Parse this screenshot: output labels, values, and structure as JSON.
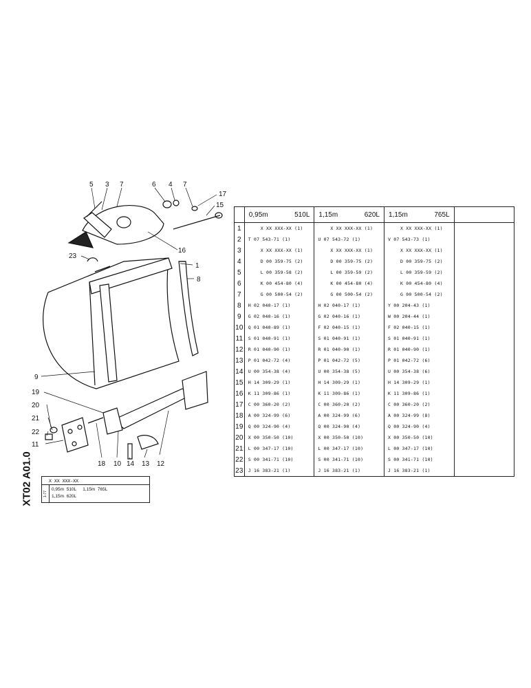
{
  "drawing": {
    "callouts": [
      "5",
      "3",
      "7",
      "6",
      "4",
      "7",
      "17",
      "15",
      "16",
      "23",
      "1",
      "8",
      "9",
      "19",
      "20",
      "21",
      "22",
      "11",
      "18",
      "10",
      "14",
      "13",
      "12"
    ]
  },
  "table": {
    "headers": [
      {
        "size": "0,95m",
        "model": "510L"
      },
      {
        "size": "1,15m",
        "model": "620L"
      },
      {
        "size": "1,15m",
        "model": "765L"
      }
    ],
    "rows": [
      {
        "n": "1",
        "c": [
          "X XX XXX-XX (1)",
          "X XX XXX-XX (1)",
          "X XX XXX-XX (1)"
        ]
      },
      {
        "n": "2",
        "c": [
          "T 07 543-71 (1)",
          "U 07 543-72 (1)",
          "V 07 543-73 (1)"
        ]
      },
      {
        "n": "3",
        "c": [
          "X XX XXX-XX (1)",
          "X XX XXX-XX (1)",
          "X XX XXX-XX (1)"
        ]
      },
      {
        "n": "4",
        "c": [
          "D 00 359-75 (2)",
          "D 00 359-75 (2)",
          "D 00 359-75 (2)"
        ]
      },
      {
        "n": "5",
        "c": [
          "L 00 359-58 (2)",
          "L 00 359-59 (2)",
          "L 00 359-59 (2)"
        ]
      },
      {
        "n": "6",
        "c": [
          "K 00 454-80 (4)",
          "K 00 454-80 (4)",
          "K 00 454-80 (4)"
        ]
      },
      {
        "n": "7",
        "c": [
          "G 00 500-54 (2)",
          "G 00 500-54 (2)",
          "G 00 500-54 (2)"
        ]
      },
      {
        "n": "8",
        "c": [
          "H 02 040-17 (1)",
          "H 02 040-17 (1)",
          "Y 00 204-43 (1)"
        ]
      },
      {
        "n": "9",
        "c": [
          "G 02 040-16 (1)",
          "G 02 040-16 (1)",
          "W 00 204-44 (1)"
        ]
      },
      {
        "n": "10",
        "c": [
          "Q 01 040-89 (1)",
          "F 02 040-15 (1)",
          "F 02 040-15 (1)"
        ]
      },
      {
        "n": "11",
        "c": [
          "S 01 040-91 (1)",
          "S 01 040-91 (1)",
          "S 01 040-91 (1)"
        ]
      },
      {
        "n": "12",
        "c": [
          "R 01 040-90 (1)",
          "R 01 040-90 (1)",
          "R 01 040-90 (1)"
        ]
      },
      {
        "n": "13",
        "c": [
          "P 01 042-72 (4)",
          "P 01 042-72 (5)",
          "P 01 042-72 (6)"
        ]
      },
      {
        "n": "14",
        "c": [
          "U 00 354-38 (4)",
          "U 00 354-38 (5)",
          "U 00 354-38 (6)"
        ]
      },
      {
        "n": "15",
        "c": [
          "H 14 309-29 (1)",
          "H 14 309-29 (1)",
          "H 14 309-29 (1)"
        ]
      },
      {
        "n": "16",
        "c": [
          "K 11 309-86 (1)",
          "K 11 309-86 (1)",
          "K 11 309-86 (1)"
        ]
      },
      {
        "n": "17",
        "c": [
          "C 00 360-20 (2)",
          "C 00 360-20 (2)",
          "C 00 360-20 (2)"
        ]
      },
      {
        "n": "18",
        "c": [
          "A 00 324-99 (6)",
          "A 00 324-99 (6)",
          "A 00 324-99 (8)"
        ]
      },
      {
        "n": "19",
        "c": [
          "Q 00 324-90 (4)",
          "Q 00 324-90 (4)",
          "Q 00 324-90 (4)"
        ]
      },
      {
        "n": "20",
        "c": [
          "X 00 350-50 (10)",
          "X 00 350-50 (10)",
          "X 00 350-50 (10)"
        ]
      },
      {
        "n": "21",
        "c": [
          "L 00 347-17 (10)",
          "L 00 347-17 (10)",
          "L 00 347-17 (10)"
        ]
      },
      {
        "n": "22",
        "c": [
          "S 00 341-71 (10)",
          "S 00 341-71 (10)",
          "S 00 341-71 (10)"
        ]
      },
      {
        "n": "23",
        "c": [
          "J 16 383-21 (1)",
          "J 16 383-21 (1)",
          "J 16 383-21 (1)"
        ]
      }
    ]
  },
  "ref_code": "XT02 A01.0",
  "variant_box": {
    "code": "X XX XXX-XX",
    "side_label": "1-77",
    "row1": [
      "0,95m",
      "510L",
      "1,15m",
      "765L"
    ],
    "row2": [
      "1,15m",
      "620L"
    ]
  }
}
